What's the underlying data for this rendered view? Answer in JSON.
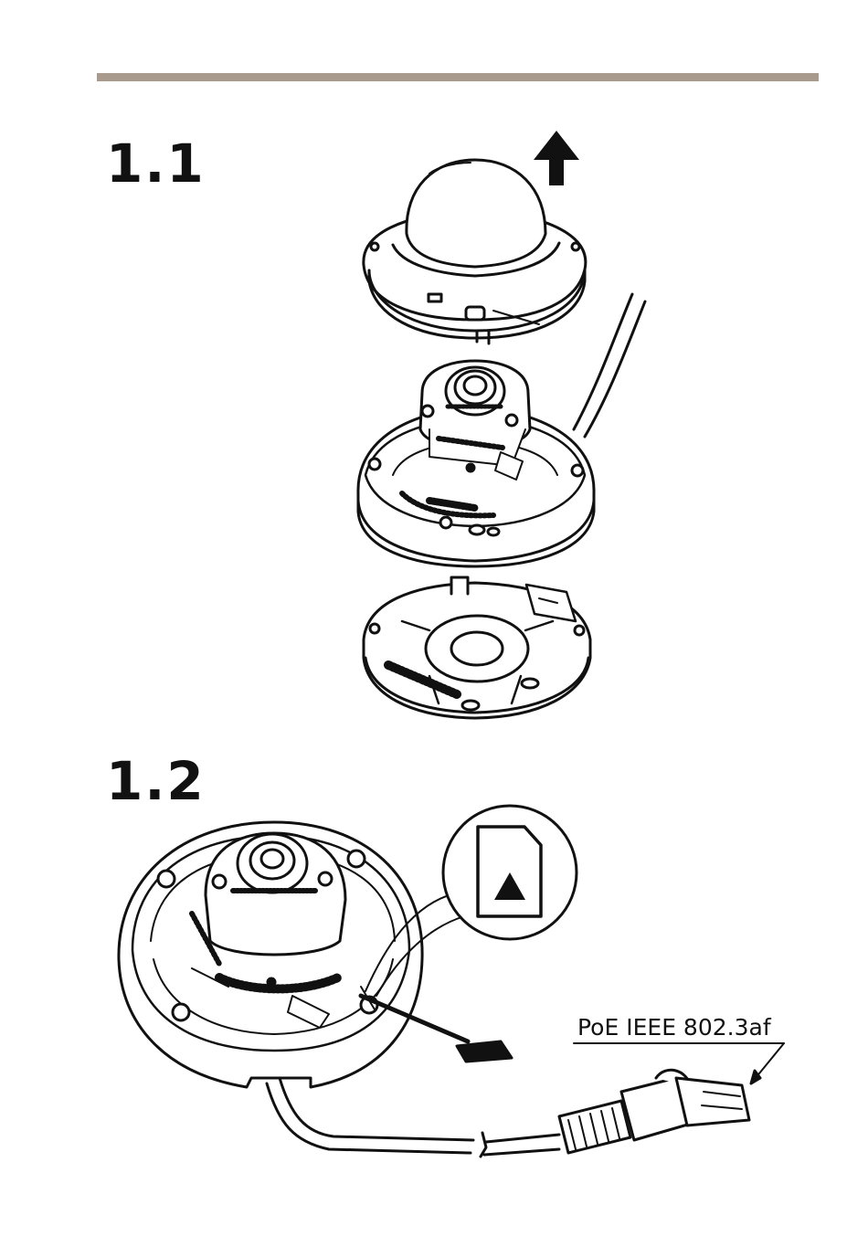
{
  "header": {
    "rule_color": "#a89a8c"
  },
  "steps": [
    {
      "label": "1.1"
    },
    {
      "label": "1.2"
    }
  ],
  "connector": {
    "label": "PoE IEEE 802.3af"
  },
  "colors": {
    "line": "#111111",
    "fill": "#ffffff",
    "shade": "#dcdcdc"
  },
  "icons": {
    "lift": "arrow-up-icon",
    "card": "sd-card-icon"
  }
}
